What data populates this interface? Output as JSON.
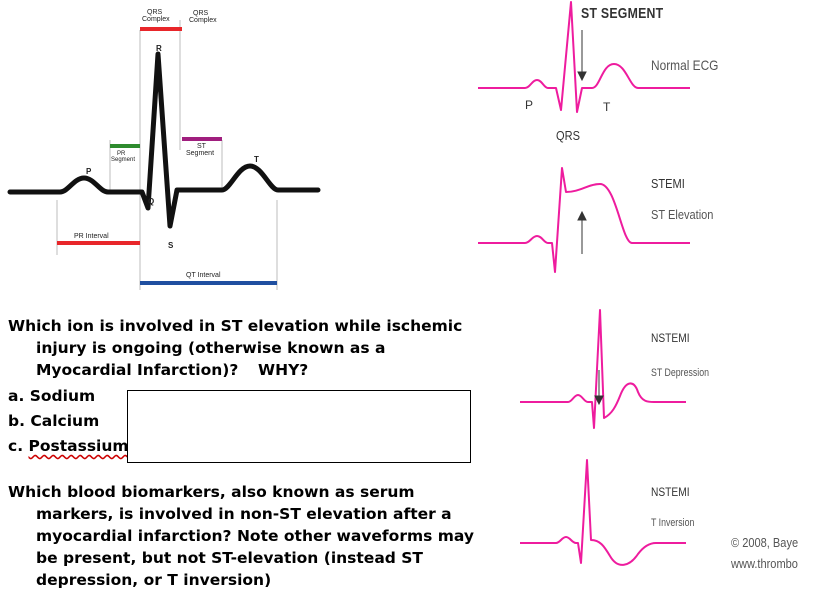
{
  "ecg_diagram": {
    "qrs_label_1": "QRS",
    "qrs_label_1b": "Complex",
    "qrs_label_2": "QRS",
    "qrs_label_2b": "Complex",
    "r": "R",
    "p": "P",
    "q": "Q",
    "s": "S",
    "t": "T",
    "pr_segment_1": "PR",
    "pr_segment_2": "Segment",
    "st_segment_1": "ST",
    "st_segment_2": "Segment",
    "pr_interval": "PR Interval",
    "qt_interval": "QT Interval",
    "colors": {
      "qrs": "#e8262a",
      "pr_segment": "#2e8b2e",
      "st_segment": "#a01e7e",
      "pr_interval": "#e8262a",
      "qt_interval": "#1f4fa0"
    }
  },
  "right_panel": {
    "st_segment_title": "ST SEGMENT",
    "normal_ecg": "Normal ECG",
    "p": "P",
    "t": "T",
    "qrs": "QRS",
    "stemi": "STEMI",
    "st_elevation": "ST Elevation",
    "nstemi_1": "NSTEMI",
    "st_depression": "ST Depression",
    "nstemi_2": "NSTEMI",
    "t_inversion": "T Inversion",
    "copyright": "© 2008, Baye",
    "website": "www.thrombo",
    "wave_color": "#ee1c9e"
  },
  "question1": {
    "line1": "Which ion is involved in ST elevation while ischemic",
    "line2": "injury is ongoing (otherwise known as a",
    "line3": "Myocardial Infarction)?",
    "why": "WHY?",
    "options": [
      "a. Sodium",
      "b. Calcium",
      "c. "
    ],
    "option_c_word": "Postassium"
  },
  "question2": {
    "line1": "Which blood biomarkers, also known as serum",
    "line2": "markers, is involved in non-ST elevation after a",
    "line3": "myocardial infarction? Note other waveforms may",
    "line4": "be present, but not ST-elevation (instead ST",
    "line5": "depression, or T inversion)"
  }
}
